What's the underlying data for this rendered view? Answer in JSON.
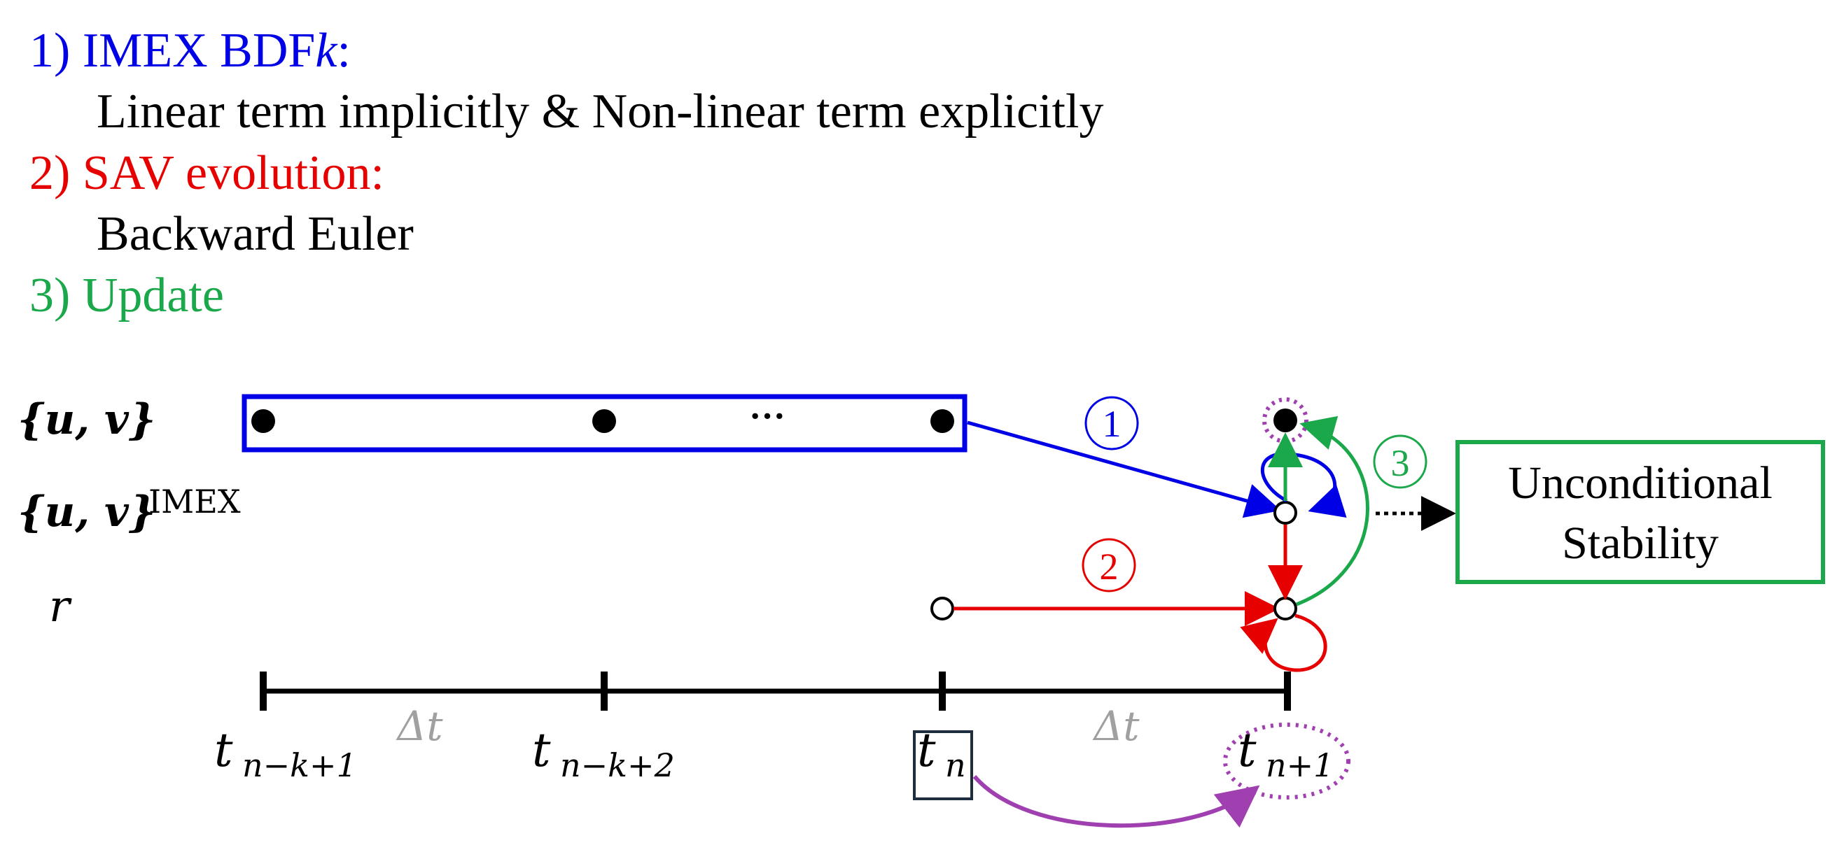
{
  "colors": {
    "imex": "#0000e6",
    "sav": "#e60000",
    "update": "#1aa84a",
    "purple": "#a040b0",
    "black": "#000000",
    "gray": "#a0a0a0"
  },
  "steps": [
    {
      "num": "1)",
      "title": "IMEX BDF",
      "title_italic": "k",
      "title_suffix": ":",
      "desc": "Linear term implicitly & Non-linear term explicitly"
    },
    {
      "num": "2)",
      "title": "SAV evolution:",
      "desc": "Backward Euler"
    },
    {
      "num": "3)",
      "title": "Update"
    }
  ],
  "rows": {
    "uv": "{u, v}",
    "uv_imex": "{u, v}",
    "uv_imex_sup": "IMEX",
    "r": "r"
  },
  "markers": {
    "one": "1",
    "two": "2",
    "three": "3",
    "dots": "···"
  },
  "timeline": {
    "labels": [
      {
        "base": "t",
        "sub": "n−k+1"
      },
      {
        "base": "t",
        "sub": "n−k+2"
      },
      {
        "base": "t",
        "sub": "n"
      },
      {
        "base": "t",
        "sub": "n+1"
      }
    ],
    "delta": "Δt"
  },
  "result_box": {
    "line1": "Unconditional",
    "line2": "Stability"
  }
}
